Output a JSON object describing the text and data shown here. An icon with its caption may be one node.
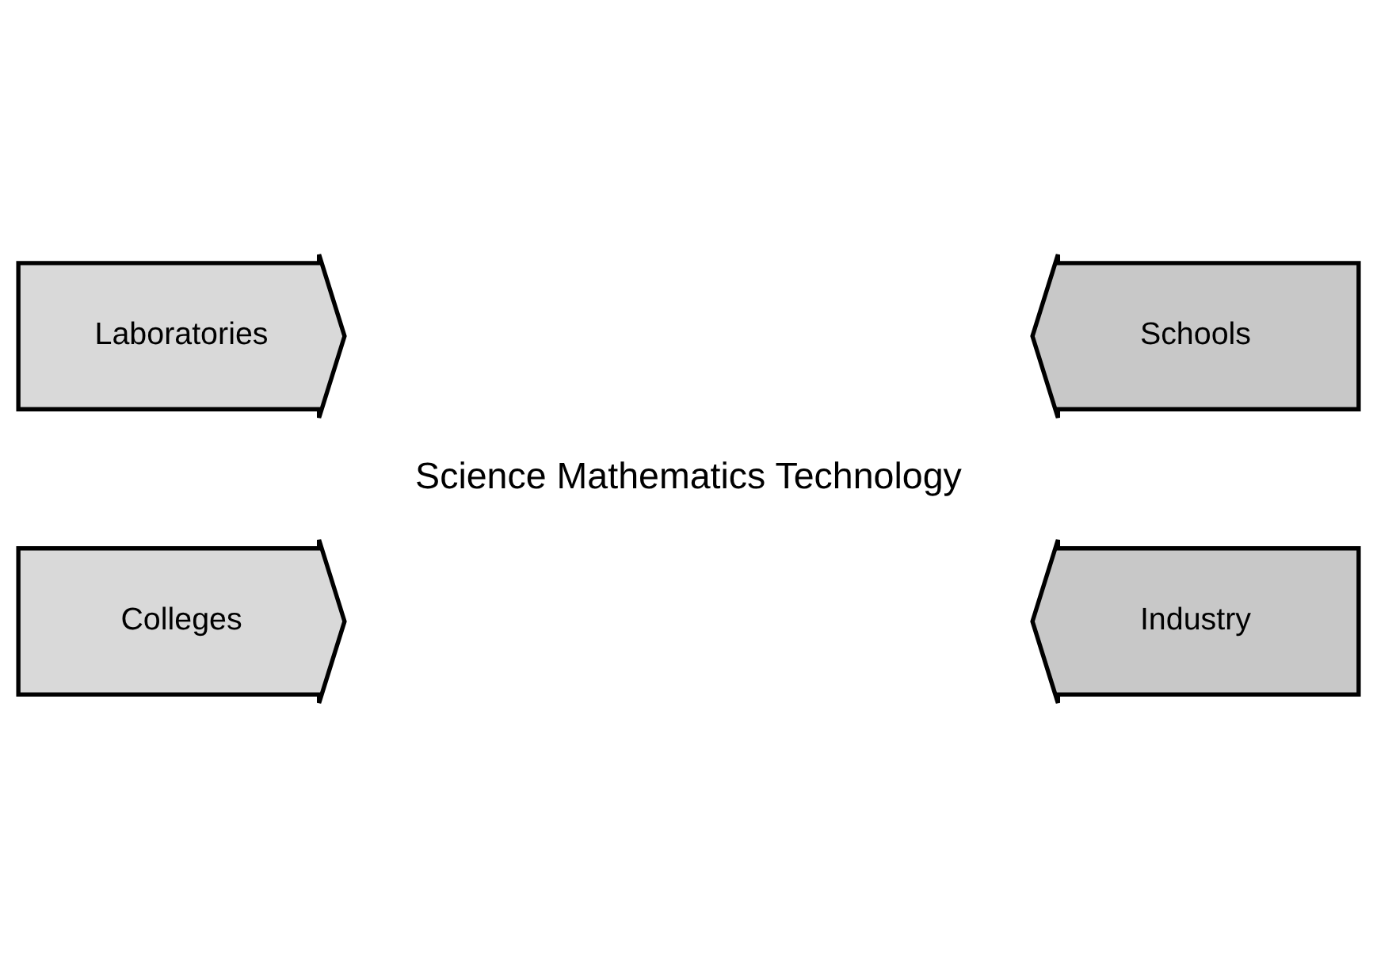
{
  "diagram": {
    "nodes": [
      {
        "text": [
          "Laboratories"
        ]
      },
      {
        "text": [
          "Schools"
        ]
      },
      {
        "text": [
          "Science Mathematics Technology"
        ]
      },
      {
        "text": [
          "Colleges"
        ]
      },
      {
        "text": [
          "Industry"
        ]
      }
    ]
  }
}
